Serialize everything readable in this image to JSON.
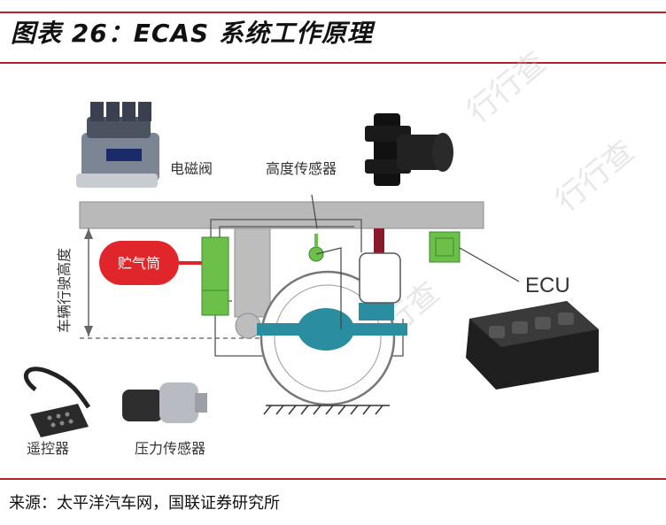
{
  "header": {
    "title": "图表 26：ECAS 系统工作原理"
  },
  "footer": {
    "source": "来源：太平洋汽车网，国联证券研究所"
  },
  "diagram": {
    "labels": {
      "solenoid_valve": "电磁阀",
      "height_sensor": "高度传感器",
      "air_tank": "贮气筒",
      "ecu": "ECU",
      "ride_height": "车辆行驶高度",
      "remote_control": "遥控器",
      "pressure_sensor": "压力传感器"
    },
    "colors": {
      "header_rule": "#b0232e",
      "air_tank": "#e0262b",
      "valve_green": "#6cc04a",
      "axle_teal": "#2a8ea0",
      "frame_gray": "#b9b9b9",
      "bellows_dark": "#8a1a2a"
    }
  }
}
